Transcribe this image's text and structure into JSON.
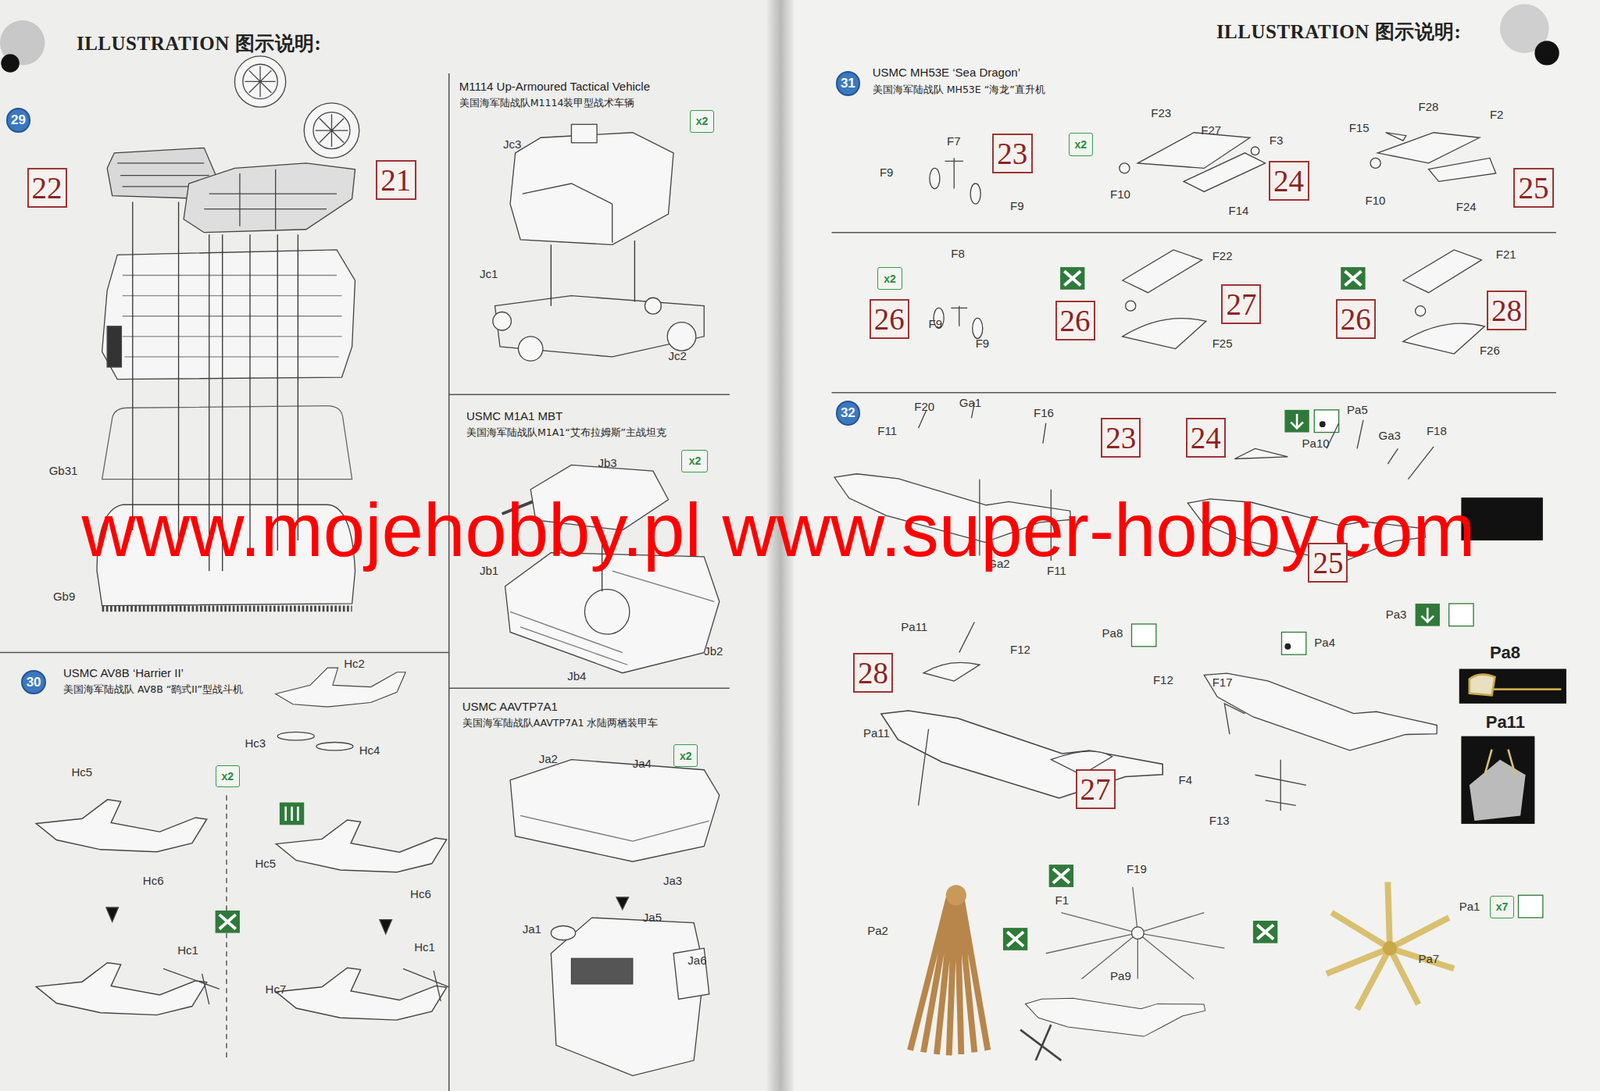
{
  "diagram": {
    "nodes": [
      {
        "text": [
          "29"
        ]
      },
      {
        "text": [
          "22"
        ]
      },
      {
        "text": [
          "21"
        ]
      },
      {
        "text": [
          "x2"
        ]
      },
      {
        "text": [
          "x2"
        ]
      },
      {
        "text": [
          "x2"
        ]
      },
      {
        "text": [
          "30"
        ]
      },
      {
        "text": [
          "x2"
        ]
      },
      {
        "text": [
          "31"
        ]
      },
      {
        "text": [
          "23"
        ]
      },
      {
        "text": [
          "x2"
        ]
      },
      {
        "text": [
          "24"
        ]
      },
      {
        "text": [
          "25"
        ]
      },
      {
        "text": [
          "x2"
        ]
      },
      {
        "text": [
          "26"
        ]
      },
      {
        "text": [
          "26"
        ]
      },
      {
        "text": [
          "27"
        ]
      },
      {
        "text": [
          "26"
        ]
      },
      {
        "text": [
          "28"
        ]
      },
      {
        "text": [
          "32"
        ]
      },
      {
        "text": [
          "23"
        ]
      },
      {
        "text": [
          "24"
        ]
      },
      {
        "text": [
          "25"
        ]
      },
      {
        "text": [
          "28"
        ]
      },
      {
        "text": [
          "27"
        ]
      },
      {
        "text": [
          "x7"
        ]
      }
    ],
    "labels": [
      "ILLUSTRATION 图示说明:",
      "ILLUSTRATION 图示说明:",
      "M1114 Up-Armoured Tactical Vehicle",
      "美国海军陆战队M1114装甲型战术车辆",
      "Jc3",
      "Jc1",
      "Jc2",
      "USMC M1A1 MBT",
      "美国海军陆战队M1A1“艾布拉姆斯”主战坦克",
      "Jb3",
      "Jb1",
      "Jb2",
      "Jb4",
      "USMC AAVTP7A1",
      "美国海军陆战队AAVTP7A1 水陆两栖装甲车",
      "Ja2",
      "Ja4",
      "Ja3",
      "Ja1",
      "Ja5",
      "Ja6",
      "Gb31",
      "Gb9",
      "USMC AV8B ‘Harrier II’",
      "美国海军陆战队 AV8B “鹞式II”型战斗机",
      "Hc2",
      "Hc3",
      "Hc4",
      "Hc5",
      "Hc6",
      "Hc5",
      "Hc6",
      "Hc1",
      "Hc7",
      "Hc1",
      "USMC MH53E ‘Sea Dragon’",
      "美国海军陆战队 MH53E “海龙”直升机",
      "F7",
      "F9",
      "F9",
      "F23",
      "F27",
      "F3",
      "F10",
      "F14",
      "F28",
      "F2",
      "F15",
      "F10",
      "F24",
      "F8",
      "F9",
      "F9",
      "F22",
      "F25",
      "F21",
      "F26",
      "F20",
      "Ga1",
      "F16",
      "F11",
      "Ga2",
      "F11",
      "Pa5",
      "Pa10",
      "Ga3",
      "F18",
      "Pa11",
      "F12",
      "Pa8",
      "F12",
      "Pa11",
      "Pa4",
      "Pa3",
      "F17",
      "F4",
      "F13",
      "Pa8",
      "Pa11",
      "F19",
      "F1",
      "Pa2",
      "Pa9",
      "Pa1",
      "Pa7",
      "www.mojehobby.pl www.super-hobby.com"
    ]
  }
}
